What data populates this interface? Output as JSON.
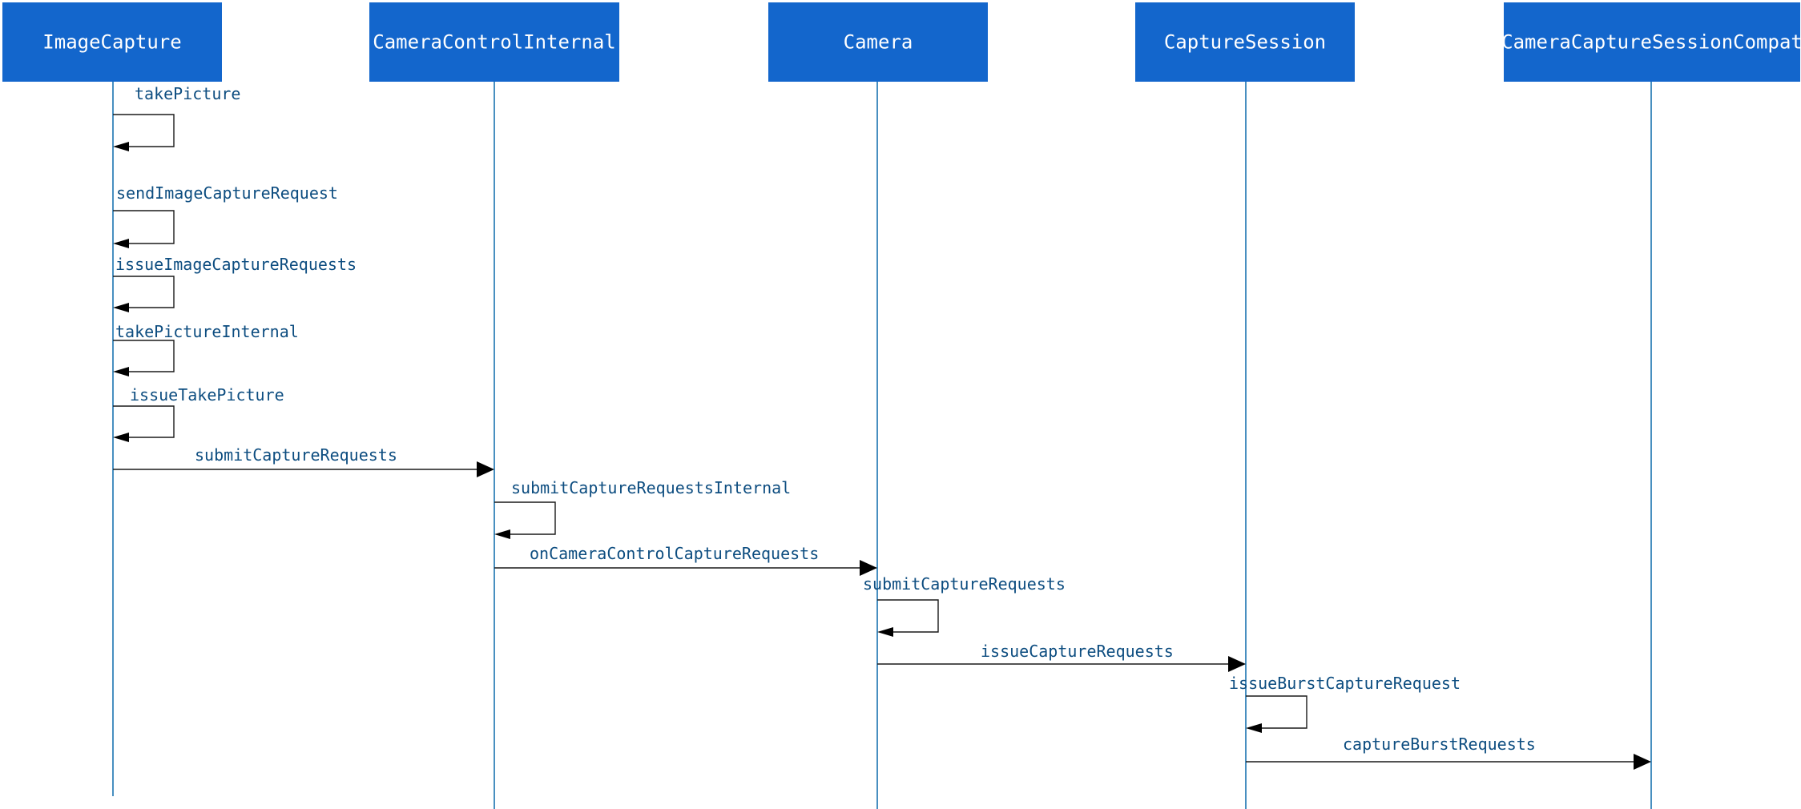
{
  "colors": {
    "participant_fill": "#1366cc",
    "participant_text": "#ffffff",
    "lifeline": "#1a73b0",
    "message_line": "#1a1a1a",
    "message_label": "#0d4d80"
  },
  "participants": [
    {
      "id": "ImageCapture",
      "label": "ImageCapture"
    },
    {
      "id": "CameraControlInternal",
      "label": "CameraControlInternal"
    },
    {
      "id": "Camera",
      "label": "Camera"
    },
    {
      "id": "CaptureSession",
      "label": "CaptureSession"
    },
    {
      "id": "CameraCaptureSessionCompat",
      "label": "CameraCaptureSessionCompat"
    }
  ],
  "messages": [
    {
      "from": "ImageCapture",
      "to": "ImageCapture",
      "label": "takePicture"
    },
    {
      "from": "ImageCapture",
      "to": "ImageCapture",
      "label": "sendImageCaptureRequest"
    },
    {
      "from": "ImageCapture",
      "to": "ImageCapture",
      "label": "issueImageCaptureRequests"
    },
    {
      "from": "ImageCapture",
      "to": "ImageCapture",
      "label": "takePictureInternal"
    },
    {
      "from": "ImageCapture",
      "to": "ImageCapture",
      "label": "issueTakePicture"
    },
    {
      "from": "ImageCapture",
      "to": "CameraControlInternal",
      "label": "submitCaptureRequests"
    },
    {
      "from": "CameraControlInternal",
      "to": "CameraControlInternal",
      "label": "submitCaptureRequestsInternal"
    },
    {
      "from": "CameraControlInternal",
      "to": "Camera",
      "label": "onCameraControlCaptureRequests"
    },
    {
      "from": "Camera",
      "to": "Camera",
      "label": "submitCaptureRequests"
    },
    {
      "from": "Camera",
      "to": "CaptureSession",
      "label": "issueCaptureRequests"
    },
    {
      "from": "CaptureSession",
      "to": "CaptureSession",
      "label": "issueBurstCaptureRequest"
    },
    {
      "from": "CaptureSession",
      "to": "CameraCaptureSessionCompat",
      "label": "captureBurstRequests"
    }
  ]
}
